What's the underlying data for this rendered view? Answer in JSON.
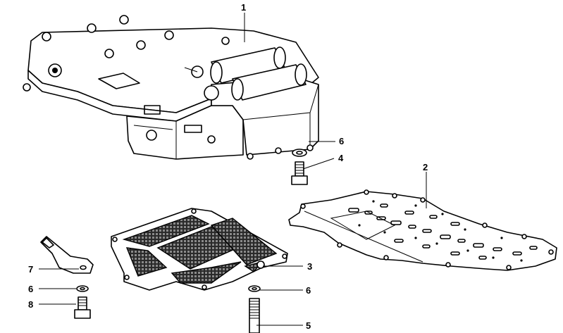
{
  "callouts": {
    "c1": "1",
    "c2": "2",
    "c3": "3",
    "c4": "4",
    "c5": "5",
    "c6a": "6",
    "c6b": "6",
    "c6c": "6",
    "c7": "7",
    "c8": "8"
  }
}
